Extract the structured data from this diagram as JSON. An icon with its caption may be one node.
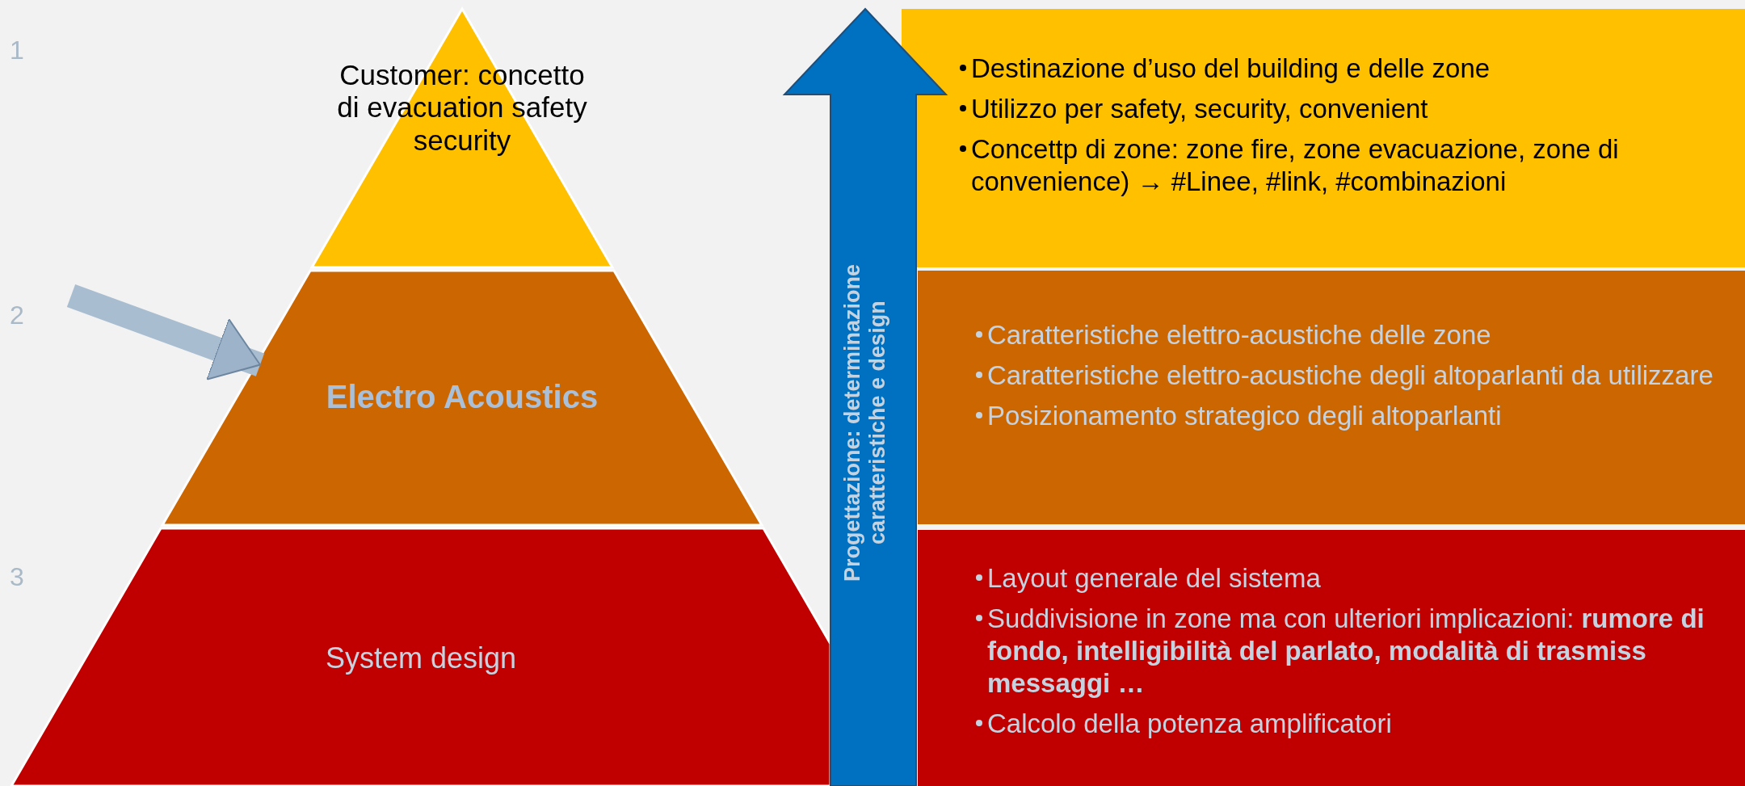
{
  "diagram": {
    "nodes": [
      {
        "text": [
          "Customer: concetto di evacuation safety security"
        ]
      },
      {
        "text": [
          "Electro Acoustics"
        ]
      },
      {
        "text": [
          "System design"
        ]
      },
      {
        "text": [
          "Progettazione: determinazione caratteristiche e design"
        ]
      },
      {
        "text": [
          "Destinazione d’uso del building e delle zone",
          "Utilizzo per safety, security, convenient",
          "Concettp di zone: zone fire, zone evacuazione, zone di convenience) → #Linee, #link, #combinazioni"
        ]
      },
      {
        "text": [
          "Caratteristiche elettro-acustiche delle zone",
          "Caratteristiche elettro-acustiche degli altoparlanti da utilizzare",
          "Posizionamento strategico degli altoparlanti"
        ]
      },
      {
        "text": [
          "Layout generale del sistema",
          "Suddivisione in zone ma con ulteriori implicazioni: **rumore di fondo, intelligibilità del parlato, modalità di trasmiss messaggi …**",
          "Calcolo della potenza amplificatori"
        ]
      }
    ],
    "edges": [
      {
        "from": null,
        "to": 1,
        "arrow": "to"
      }
    ],
    "labels": [
      "1",
      "2",
      "3"
    ]
  }
}
